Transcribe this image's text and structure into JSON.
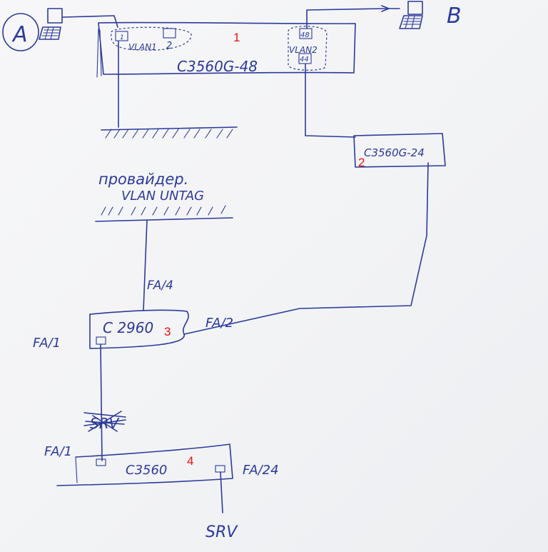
{
  "endpoints": {
    "a": {
      "label": "A"
    },
    "b": {
      "label": "B"
    }
  },
  "switch1": {
    "model": "C3560G-48",
    "number": "1",
    "vlan1": {
      "label": "VLAN1",
      "port_left": "1",
      "port_right": "2"
    },
    "vlan2": {
      "label": "VLAN2",
      "port_top": "48",
      "port_bottom": "44"
    }
  },
  "switch2": {
    "model": "C3560G-24",
    "number": "2"
  },
  "provider": {
    "line1": "провайдер.",
    "line2": "VLAN UNTAG"
  },
  "switch3": {
    "model": "C 2960",
    "number": "3",
    "port_up": "FA/4",
    "port_right": "FA/2",
    "port_down": "FA/1"
  },
  "switch4": {
    "model": "C3560",
    "number": "4",
    "port_up": "FA/1",
    "port_srv": "FA/24",
    "crossed_out": "SRV"
  },
  "server": {
    "label": "SRV"
  }
}
